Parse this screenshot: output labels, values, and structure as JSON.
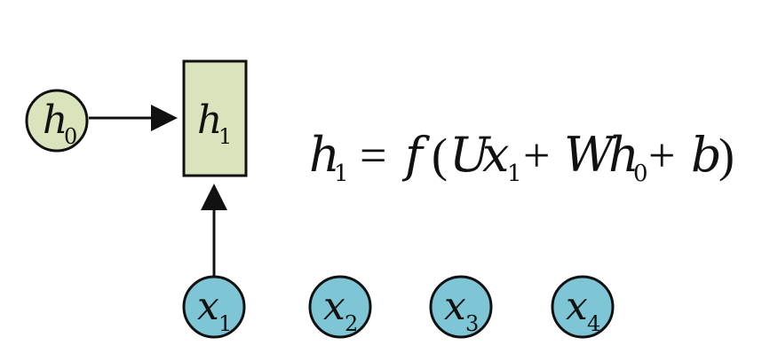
{
  "colors": {
    "hidden_fill": "#d9e4bd",
    "input_fill": "#7ec6d6",
    "stroke": "#111111"
  },
  "diagram": {
    "h0_node": {
      "base": "h",
      "sub": "0"
    },
    "h1_box": {
      "base": "h",
      "sub": "1"
    },
    "inputs": [
      {
        "base": "x",
        "sub": "1"
      },
      {
        "base": "x",
        "sub": "2"
      },
      {
        "base": "x",
        "sub": "3"
      },
      {
        "base": "x",
        "sub": "4"
      }
    ]
  },
  "equation": {
    "lhs_base": "h",
    "lhs_sub": "1",
    "equals": "=",
    "func": "f",
    "open_paren": "(",
    "term1_coef": "U",
    "term1_base": "x",
    "term1_sub": "1",
    "plus1": "+",
    "term2_coef": "W",
    "term2_base": "h",
    "term2_sub": "0",
    "plus2": "+",
    "bias": "b",
    "close_paren": ")"
  }
}
